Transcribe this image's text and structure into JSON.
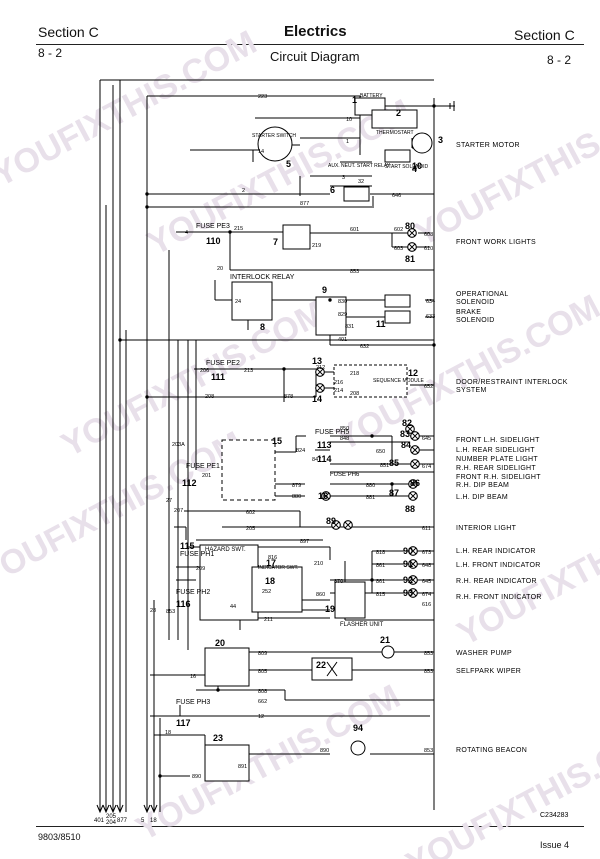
{
  "header": {
    "section_left": "Section C",
    "title": "Electrics",
    "section_right": "Section C",
    "page_left": "8 - 2",
    "subtitle": "Circuit Diagram",
    "page_right": "8 - 2"
  },
  "footer": {
    "doc_code": "9803/8510",
    "issue": "Issue 4"
  },
  "diagram_ref": "C234283",
  "watermark": "YOUFIXTHIS.COM",
  "fuses": {
    "pe3": "FUSE PE3",
    "pe2": "FUSE PE2",
    "pe1": "FUSE PE1",
    "ph5": "FUSE PH5",
    "ph6": "FUSE PH6",
    "ph1": "FUSE PH1",
    "ph2": "FUSE PH2",
    "ph3": "FUSE PH3"
  },
  "components": {
    "battery": "BATTERY",
    "starter_switch": "STARTER SWITCH",
    "thermostart": "THERMOSTART",
    "aux_relay": "AUX. NEUT. START RELAY",
    "start_solenoid": "START SOLENOID",
    "interlock_relay": "INTERLOCK RELAY",
    "sequence_module": "SEQUENCE MODULE",
    "hazard_swt": "HAZARD SWT.",
    "indicator_swt": "INDICATOR SWT.",
    "flasher_unit": "FLASHER UNIT"
  },
  "functions": {
    "starter_motor": "STARTER MOTOR",
    "front_work_lights": "FRONT WORK LIGHTS",
    "operational_solenoid": "OPERATIONAL SOLENOID",
    "brake_solenoid": "BRAKE SOLENOID",
    "door_interlock": "DOOR/RESTRAINT INTERLOCK SYSTEM",
    "front_lh_side": "FRONT L.H. SIDELIGHT",
    "lh_rear_side": "L.H. REAR SIDELIGHT",
    "number_plate": "NUMBER PLATE LIGHT",
    "rh_rear_side": "R.H. REAR SIDELIGHT",
    "front_rh_side": "FRONT R.H. SIDELIGHT",
    "rh_dip": "R.H. DIP BEAM",
    "lh_dip": "L.H. DIP BEAM",
    "interior_light": "INTERIOR LIGHT",
    "lh_rear_ind": "L.H. REAR INDICATOR",
    "lh_front_ind": "L.H. FRONT INDICATOR",
    "rh_rear_ind": "R.H. REAR INDICATOR",
    "rh_front_ind": "R.H. FRONT INDICATOR",
    "washer_pump": "WASHER PUMP",
    "selfpark_wiper": "SELFPARK WIPER",
    "rotating_beacon": "ROTATING BEACON"
  },
  "numbers": [
    "1",
    "2",
    "3",
    "4",
    "5",
    "6",
    "7",
    "8",
    "9",
    "10",
    "11",
    "12",
    "13",
    "14",
    "15",
    "16",
    "17",
    "18",
    "19",
    "20",
    "21",
    "22",
    "23",
    "80",
    "81",
    "82",
    "83",
    "84",
    "85",
    "86",
    "87",
    "88",
    "89",
    "90",
    "91",
    "92",
    "93",
    "94",
    "110",
    "111",
    "112",
    "113",
    "114",
    "115",
    "116",
    "117"
  ],
  "wires": {
    "w223": "223",
    "w10": "10",
    "w1": "1",
    "w14": "14",
    "w3": "3",
    "w32": "32",
    "w2": "2",
    "w646": "646",
    "w877": "877",
    "w4": "4",
    "w215": "215",
    "w219": "219",
    "w601": "601",
    "w602": "602",
    "w603": "603",
    "w608": "608",
    "w610": "610",
    "w20": "20",
    "w853": "853",
    "w24": "24",
    "w830": "830",
    "w634": "634",
    "w829": "829",
    "w633": "633",
    "w831": "831",
    "w401": "401",
    "w632": "632",
    "w206": "206",
    "w213": "213",
    "w212": "212",
    "w218": "218",
    "w216": "216",
    "w214": "214",
    "w208": "208",
    "w652": "652",
    "w878": "878",
    "w205": "205",
    "w203A": "203A",
    "w824": "824",
    "w847": "847",
    "w850": "850",
    "w848": "848",
    "w645": "645",
    "w650": "650",
    "w851": "851",
    "w674": "674",
    "w201": "201",
    "w879": "879",
    "w880": "880",
    "w881": "881",
    "w27": "27",
    "w207": "207",
    "w204": "204",
    "w611": "611",
    "w897": "897",
    "w816": "816",
    "w209": "209",
    "w210": "210",
    "w818": "818",
    "w673": "673",
    "w861": "861",
    "w648": "648",
    "w870": "870",
    "w860": "860",
    "w616": "616",
    "w252": "252",
    "w815": "815",
    "w44": "44",
    "w211": "211",
    "w28": "28",
    "w809": "809",
    "w805": "805",
    "w808": "808",
    "w662": "662",
    "w16": "16",
    "w12": "12",
    "w18": "18",
    "w890": "890",
    "w891": "891",
    "w5": "5",
    "w654": "654",
    "w651": "651"
  }
}
